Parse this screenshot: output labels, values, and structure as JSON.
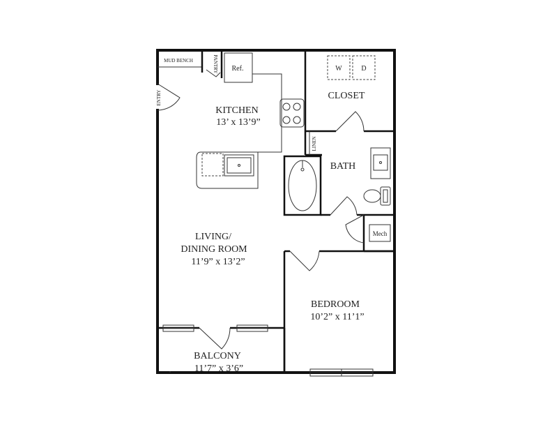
{
  "rooms": {
    "kitchen": {
      "name": "KITCHEN",
      "size": "13’ x 13’9”"
    },
    "closet": {
      "name": "CLOSET"
    },
    "bath": {
      "name": "BATH"
    },
    "living": {
      "name_line1": "LIVING/",
      "name_line2": "DINING ROOM",
      "size": "11’9” x 13’2”"
    },
    "bedroom": {
      "name": "BEDROOM",
      "size": "10’2” x 11’1”"
    },
    "balcony": {
      "name": "BALCONY",
      "size": "11’7” x 3’6”"
    }
  },
  "fixtures": {
    "mud_bench": "MUD BENCH",
    "pantry": "PANTRY",
    "refrigerator": "Ref.",
    "entry": "ENTRY",
    "washer": "W",
    "dryer": "D",
    "linen": "LINEN",
    "mech": "Mech"
  }
}
